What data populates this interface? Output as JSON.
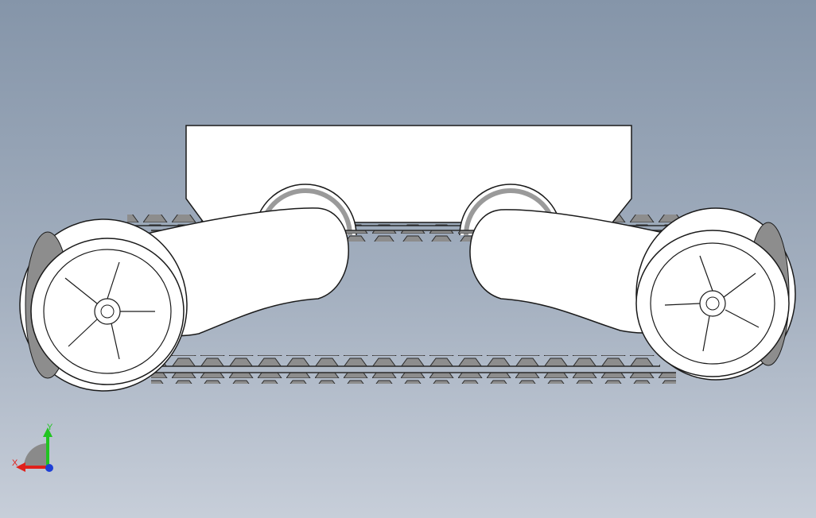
{
  "app": {
    "title": ""
  },
  "colors": {
    "background_top": "#8595a9",
    "background_bottom": "#c7ced9",
    "part_fill": "#ffffff",
    "edge": "#1a1a1a",
    "track_teeth": "#8d8d8d",
    "axis_x": "#e0201b",
    "axis_y": "#21c421",
    "axis_z": "#1d3fd6"
  },
  "model": {
    "name": "tracked-chassis",
    "wheels": [
      "front-left-wheel",
      "rear-right-wheel"
    ],
    "track": "rubber-track-loop"
  },
  "triad": {
    "x_label": "X",
    "y_label": "Y",
    "icons": [
      "x-axis-arrow-icon",
      "y-axis-arrow-icon",
      "z-axis-dot-icon"
    ]
  }
}
